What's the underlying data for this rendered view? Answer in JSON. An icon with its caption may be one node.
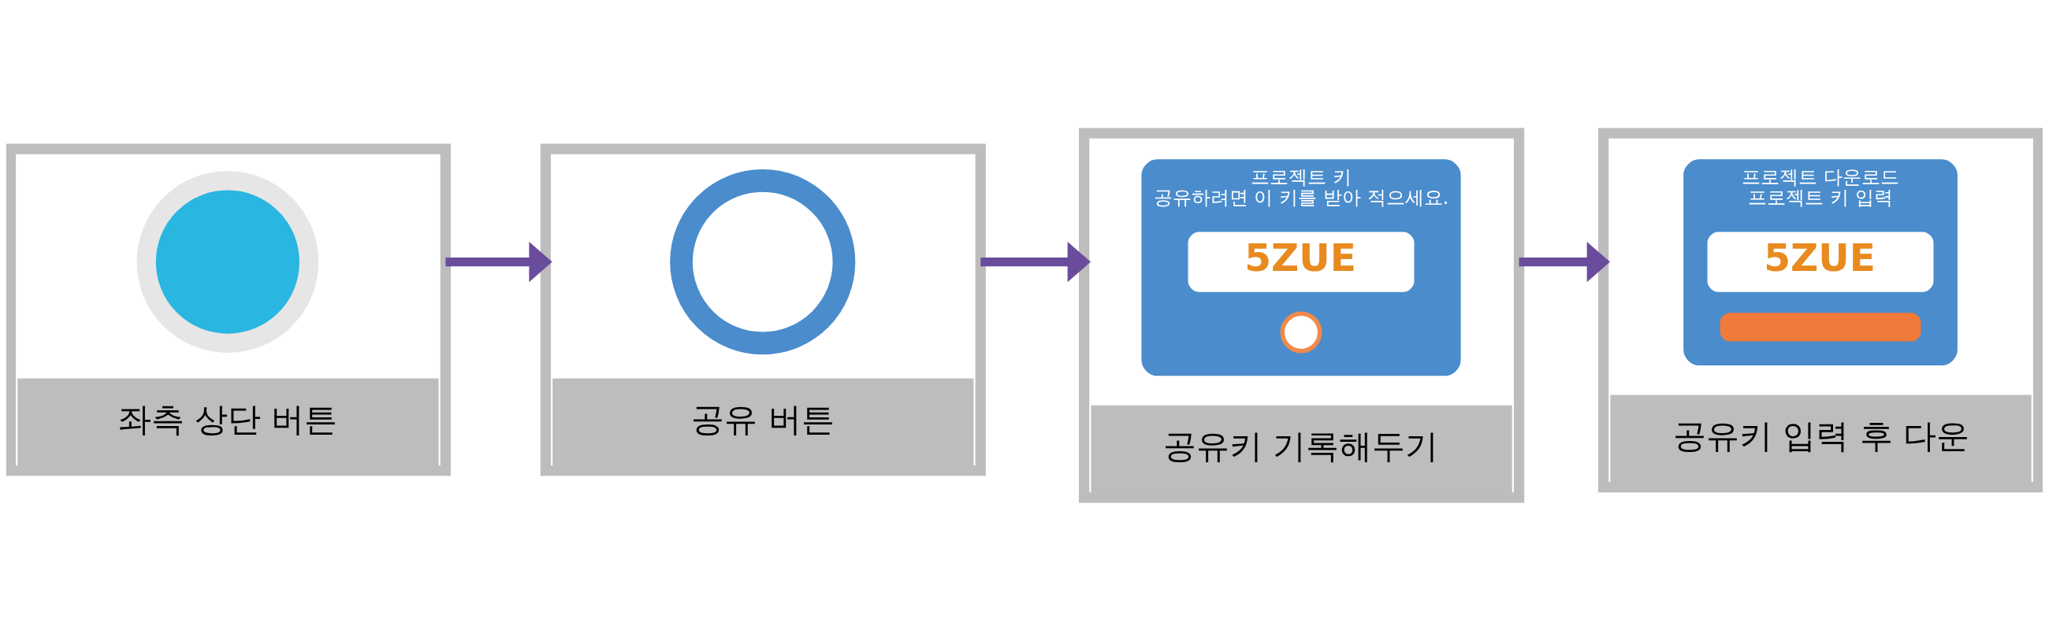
{
  "diagram": {
    "nodes": [
      {
        "text": [
          "좌측 상단 버튼"
        ]
      },
      {
        "text": [],
        "shape": "circle",
        "in": 0
      },
      {
        "text": [
          "공유 버튼"
        ]
      },
      {
        "text": [],
        "shape": "circle",
        "in": 2
      },
      {
        "text": [
          "공유키 기록해두기"
        ]
      },
      {
        "text": [
          "프로젝트 키",
          "공유하려면 이 키를 받아 적으세요."
        ],
        "in": 4
      },
      {
        "text": [
          "5ZUE"
        ],
        "in": 5
      },
      {
        "text": [],
        "shape": "circle",
        "in": 5
      },
      {
        "text": [
          "공유키 입력 후 다운"
        ]
      },
      {
        "text": [
          "프로젝트 다운로드",
          "프로젝트 키 입력"
        ],
        "in": 8
      },
      {
        "text": [
          "5ZUE"
        ],
        "in": 9
      },
      {
        "text": [],
        "shape": "bar",
        "in": 9
      }
    ],
    "edges": [
      {
        "from": 0,
        "to": 2,
        "arrow": "to"
      },
      {
        "from": 2,
        "to": 4,
        "arrow": "to"
      },
      {
        "from": 4,
        "to": 8,
        "arrow": "to"
      }
    ]
  }
}
